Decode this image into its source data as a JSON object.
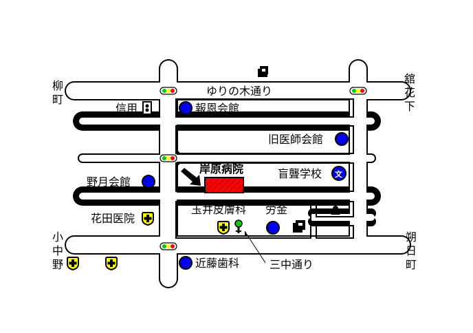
{
  "map": {
    "roads": {
      "top_street": "ゆりの木通り",
      "small_street": "三中通り"
    },
    "edge_labels": {
      "yanagimachi": [
        "柳",
        "町"
      ],
      "tatehanashita": [
        "舘",
        "花",
        "下"
      ],
      "konakano": [
        "小",
        "中",
        "野"
      ],
      "asahimachi": [
        "朔",
        "日",
        "町"
      ]
    },
    "places": {
      "hospital": "岸原病院",
      "hoon_kaikan": "報恩会館",
      "shinyo": "信用",
      "old_doctors_hall": "旧医師会館",
      "deaf_school": "盲聾学校",
      "tsukino_kaikan": "野月会館",
      "hanada_clinic": "花田医院",
      "tamai_derm": "玉井皮膚科",
      "rokin": "労金",
      "kondo_dental": "近藤歯科"
    },
    "colors": {
      "road_fill": "#ffffff",
      "outline": "#000000",
      "landmark_blue": "#0000ee",
      "hospital_red": "#ff0000",
      "clinic_yellow": "#ffff00",
      "signal_green": "#00cc00",
      "signal_red": "#ff0000"
    },
    "icons": {
      "bank": "bank-icon",
      "landmark": "blue-circle-landmark-icon",
      "school": "school-icon",
      "clinic": "clinic-cross-icon",
      "post": "post-office-icon",
      "shrine": "shrine-icon",
      "tree": "tree-icon",
      "signal": "traffic-signal-icon"
    }
  }
}
